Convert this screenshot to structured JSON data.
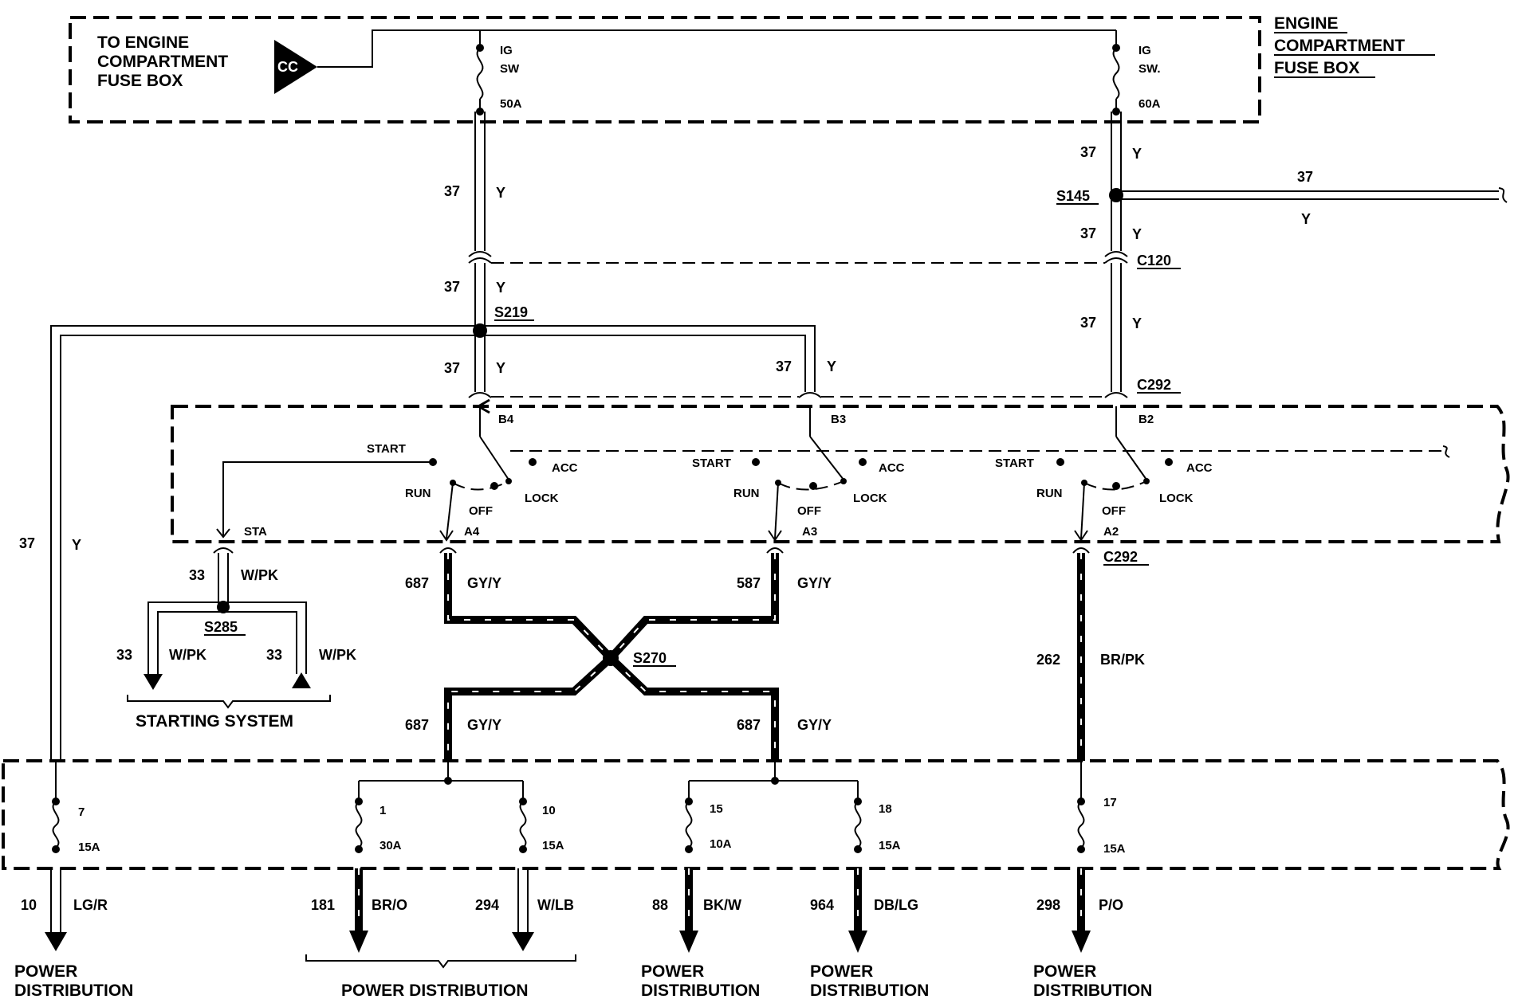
{
  "fuse_box": {
    "title_lines": [
      "ENGINE",
      "COMPARTMENT",
      "FUSE BOX"
    ],
    "feed_lines": [
      "TO ENGINE",
      "COMPARTMENT",
      "FUSE BOX"
    ],
    "connector": "CC",
    "fuses": [
      {
        "name_lines": [
          "IG",
          "SW"
        ],
        "rating": "50A"
      },
      {
        "name_lines": [
          "IG",
          "SW."
        ],
        "rating": "60A"
      }
    ]
  },
  "wires": {
    "circuit_37": "37",
    "color_y": "Y",
    "circuit_33": "33",
    "color_wpk": "W/PK",
    "circuit_687": "687",
    "alt_687": "587",
    "color_gyy": "GY/Y",
    "circuit_262": "262",
    "color_brpk": "BR/PK"
  },
  "splices": {
    "s145": "S145",
    "s219": "S219",
    "s285": "S285",
    "s270": "S270"
  },
  "connectors": {
    "c120": "C120",
    "c292_top": "C292",
    "c292_bottom": "C292"
  },
  "ignition_switch": {
    "positions": {
      "start": "START",
      "run": "RUN",
      "off": "OFF",
      "lock": "LOCK",
      "acc": "ACC",
      "sta": "STA"
    },
    "pins": [
      "B4",
      "B3",
      "B2",
      "A4",
      "A3",
      "A2"
    ]
  },
  "starting_system": "STARTING SYSTEM",
  "bottom_fuses": [
    {
      "num": "7",
      "rating": "15A",
      "circuit": "10",
      "color": "LG/R"
    },
    {
      "num": "1",
      "rating": "30A",
      "circuit": "181",
      "color": "BR/O"
    },
    {
      "num": "10",
      "rating": "15A",
      "circuit": "294",
      "color": "W/LB"
    },
    {
      "num": "15",
      "rating": "10A",
      "circuit": "88",
      "color": "BK/W"
    },
    {
      "num": "18",
      "rating": "15A",
      "circuit": "964",
      "color": "DB/LG"
    },
    {
      "num": "17",
      "rating": "15A",
      "circuit": "298",
      "color": "P/O"
    }
  ],
  "destinations": {
    "power": "POWER",
    "distribution": "DISTRIBUTION",
    "power_distribution": "POWER DISTRIBUTION"
  }
}
